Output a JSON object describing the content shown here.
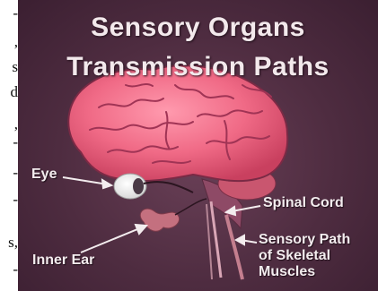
{
  "margin_fragments": [
    "-",
    ",",
    "s",
    "d",
    ",",
    "-",
    "-",
    "-",
    "s,",
    "-"
  ],
  "diagram": {
    "title_line1": "Sensory Organs",
    "title_line2": "Transmission Paths",
    "labels": {
      "eye": "Eye",
      "spinal_cord": "Spinal Cord",
      "inner_ear": "Inner Ear",
      "sensory_path_line1": "Sensory Path",
      "sensory_path_line2": "of Skeletal",
      "sensory_path_line3": "Muscles"
    },
    "colors": {
      "background": "#4e2c40",
      "brain": "#f06a86",
      "text": "#f3e9ec"
    }
  }
}
